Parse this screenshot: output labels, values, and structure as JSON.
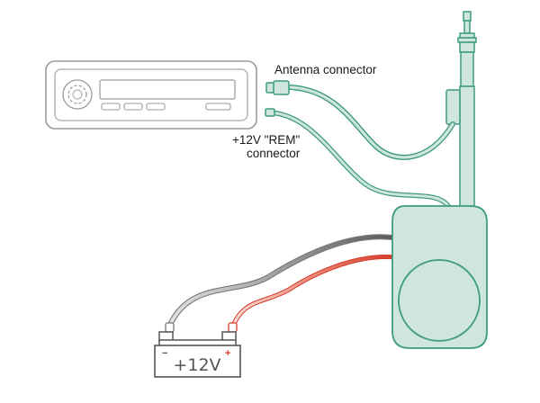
{
  "labels": {
    "antenna_connector": "Antenna connector",
    "rem_connector_line1": "+12V \"REM\"",
    "rem_connector_line2": "connector"
  },
  "battery": {
    "voltage": "+12V",
    "negative_sign": "−",
    "positive_sign": "+"
  },
  "colors": {
    "teal_fill": "#cfe6dd",
    "teal_stroke": "#3f9a83",
    "teal_cable": "#8fcab7",
    "radio_stroke": "#9a9a9a",
    "battery_stroke": "#555555",
    "neg_wire_dark": "#666666",
    "neg_wire_light": "#cccccc",
    "pos_wire_dark": "#d63b2a",
    "pos_wire_light": "#f5c4bb"
  }
}
